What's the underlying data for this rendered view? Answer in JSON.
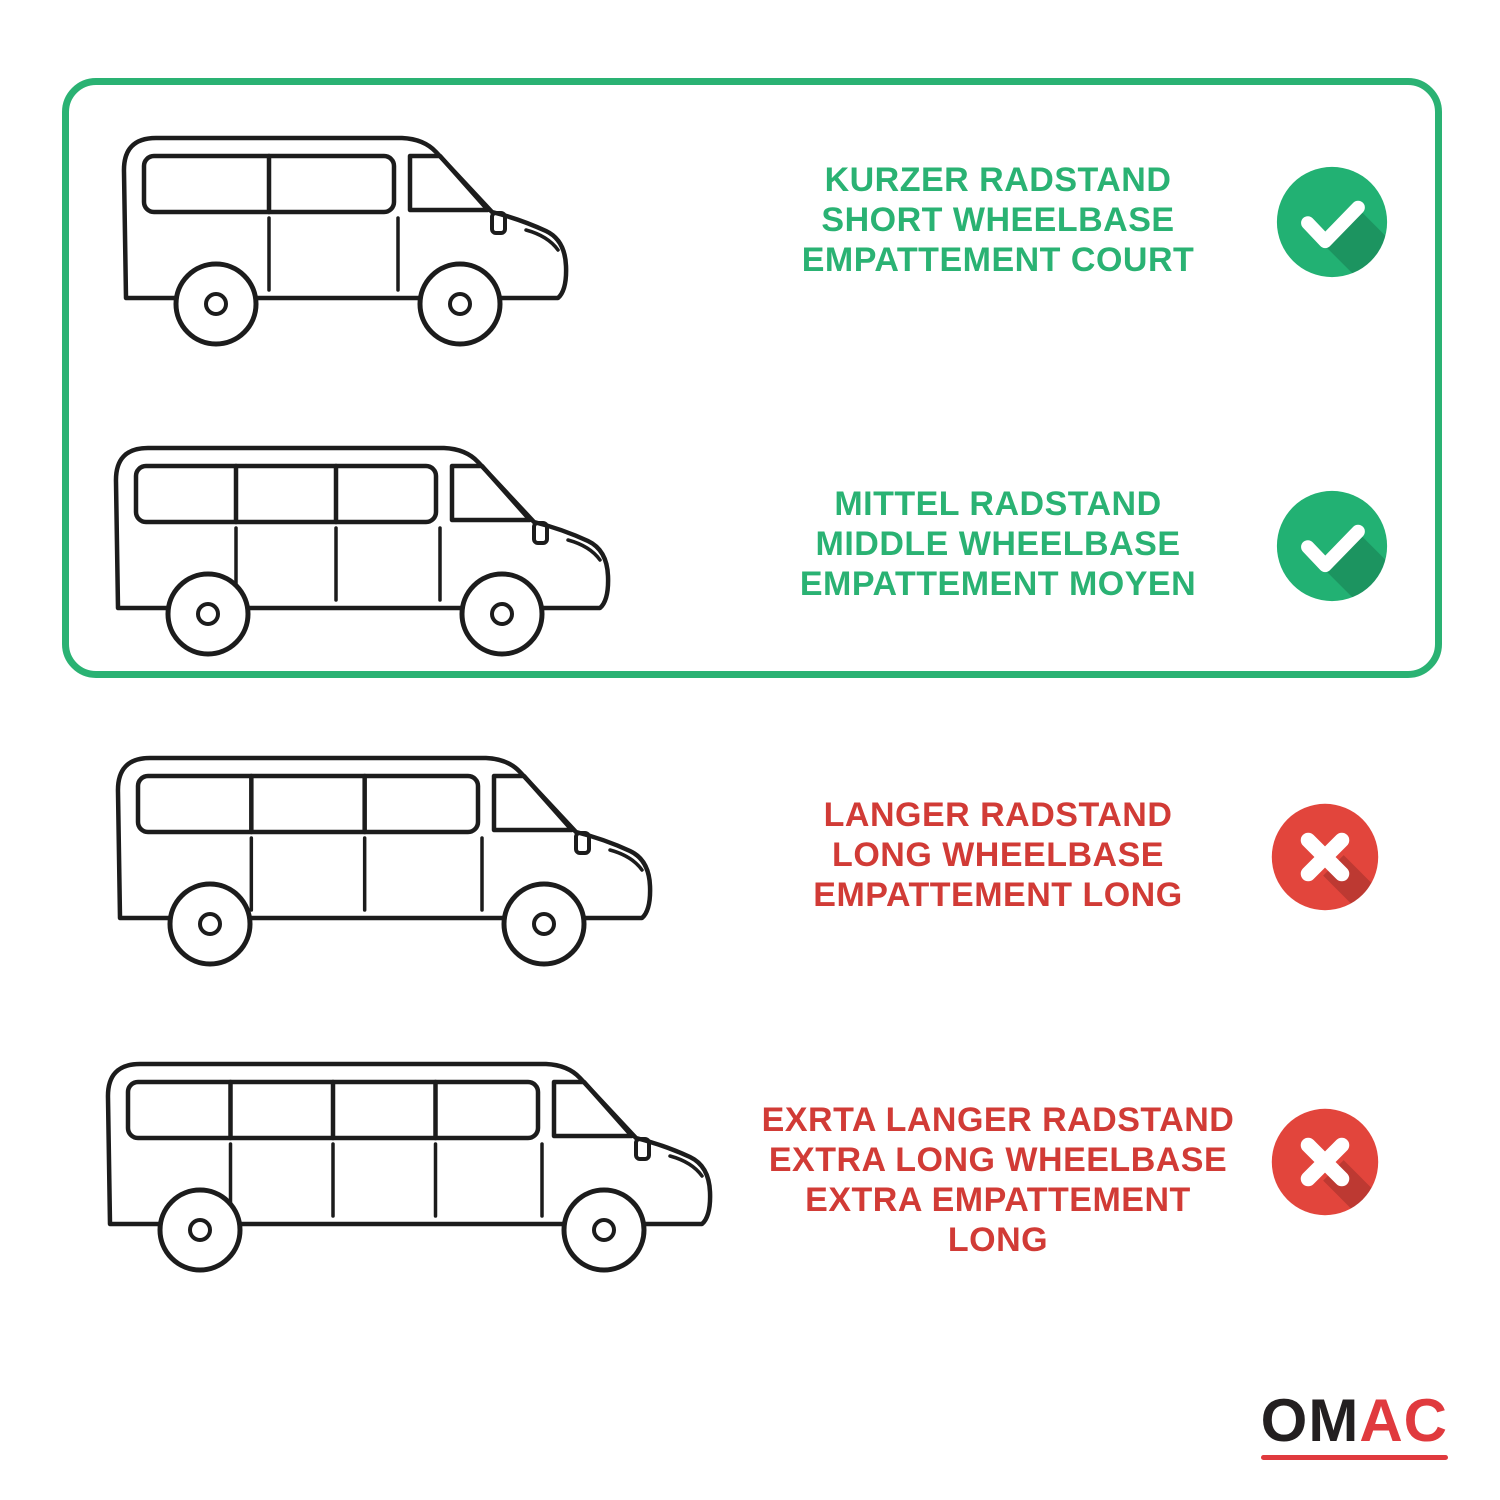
{
  "colors": {
    "green": "#2AB273",
    "green_icon": "#22B173",
    "red_text": "#D13B36",
    "red_icon": "#E2453C",
    "line_art": "#1C1C1C",
    "logo_dark": "#231F20",
    "logo_red": "#E03A3E"
  },
  "rows": [
    {
      "name": "short-wheelbase",
      "lines": [
        "KURZER RADSTAND",
        "SHORT WHEELBASE",
        "EMPATTEMENT COURT"
      ],
      "status": "included",
      "icon": "check-icon",
      "van": "van-short-wheelbase"
    },
    {
      "name": "middle-wheelbase",
      "lines": [
        "MITTEL RADSTAND",
        "MIDDLE WHEELBASE",
        "EMPATTEMENT MOYEN"
      ],
      "status": "included",
      "icon": "check-icon",
      "van": "van-middle-wheelbase"
    },
    {
      "name": "long-wheelbase",
      "lines": [
        "LANGER RADSTAND",
        "LONG WHEELBASE",
        "EMPATTEMENT LONG"
      ],
      "status": "excluded",
      "icon": "cross-icon",
      "van": "van-long-wheelbase"
    },
    {
      "name": "extra-long-wheelbase",
      "lines": [
        "EXRTA LANGER RADSTAND",
        "EXTRA LONG WHEELBASE",
        "EXTRA EMPATTEMENT LONG"
      ],
      "status": "excluded",
      "icon": "cross-icon",
      "van": "van-extra-long-wheelbase"
    }
  ],
  "logo": {
    "part1": "OM",
    "part2": "AC"
  }
}
